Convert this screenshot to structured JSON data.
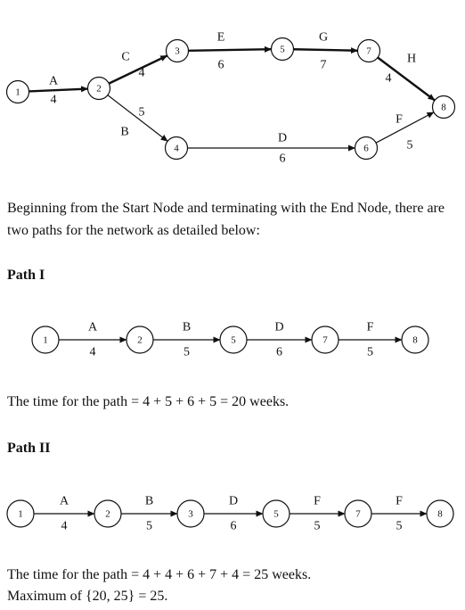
{
  "network": {
    "nodes": [
      {
        "id": "1",
        "label": "1"
      },
      {
        "id": "2",
        "label": "2"
      },
      {
        "id": "3",
        "label": "3"
      },
      {
        "id": "4",
        "label": "4"
      },
      {
        "id": "5",
        "label": "5"
      },
      {
        "id": "6",
        "label": "6"
      },
      {
        "id": "7",
        "label": "7"
      },
      {
        "id": "8",
        "label": "8"
      }
    ],
    "edges": [
      {
        "from": "1",
        "to": "2",
        "activity": "A",
        "duration": "4"
      },
      {
        "from": "2",
        "to": "3",
        "activity": "C",
        "duration": "4"
      },
      {
        "from": "2",
        "to": "4",
        "activity": "B",
        "duration": "5"
      },
      {
        "from": "3",
        "to": "5",
        "activity": "E",
        "duration": "6"
      },
      {
        "from": "5",
        "to": "7",
        "activity": "G",
        "duration": "7"
      },
      {
        "from": "7",
        "to": "8",
        "activity": "H",
        "duration": "4"
      },
      {
        "from": "4",
        "to": "6",
        "activity": "D",
        "duration": "6"
      },
      {
        "from": "6",
        "to": "8",
        "activity": "F",
        "duration": "5"
      }
    ]
  },
  "intro_text": "Beginning from the Start Node and terminating with the End Node, there are two paths for the network as detailed below:",
  "path1": {
    "heading": "Path I",
    "nodes": [
      "1",
      "2",
      "5",
      "7",
      "8"
    ],
    "edges": [
      {
        "activity": "A",
        "duration": "4"
      },
      {
        "activity": "B",
        "duration": "5"
      },
      {
        "activity": "D",
        "duration": "6"
      },
      {
        "activity": "F",
        "duration": "5"
      }
    ],
    "time_text": "The time for the path = 4 + 5 + 6 + 5 = 20 weeks."
  },
  "path2": {
    "heading": "Path II",
    "nodes": [
      "1",
      "2",
      "3",
      "5",
      "7",
      "8"
    ],
    "edges": [
      {
        "activity": "A",
        "duration": "4"
      },
      {
        "activity": "B",
        "duration": "5"
      },
      {
        "activity": "D",
        "duration": "6"
      },
      {
        "activity": "F",
        "duration": "5"
      },
      {
        "activity": "F",
        "duration": "5"
      }
    ],
    "time_text": "The time for the path = 4 + 4 + 6 + 7 + 4  = 25 weeks.",
    "max_text": "Maximum of {20, 25} = 25."
  }
}
